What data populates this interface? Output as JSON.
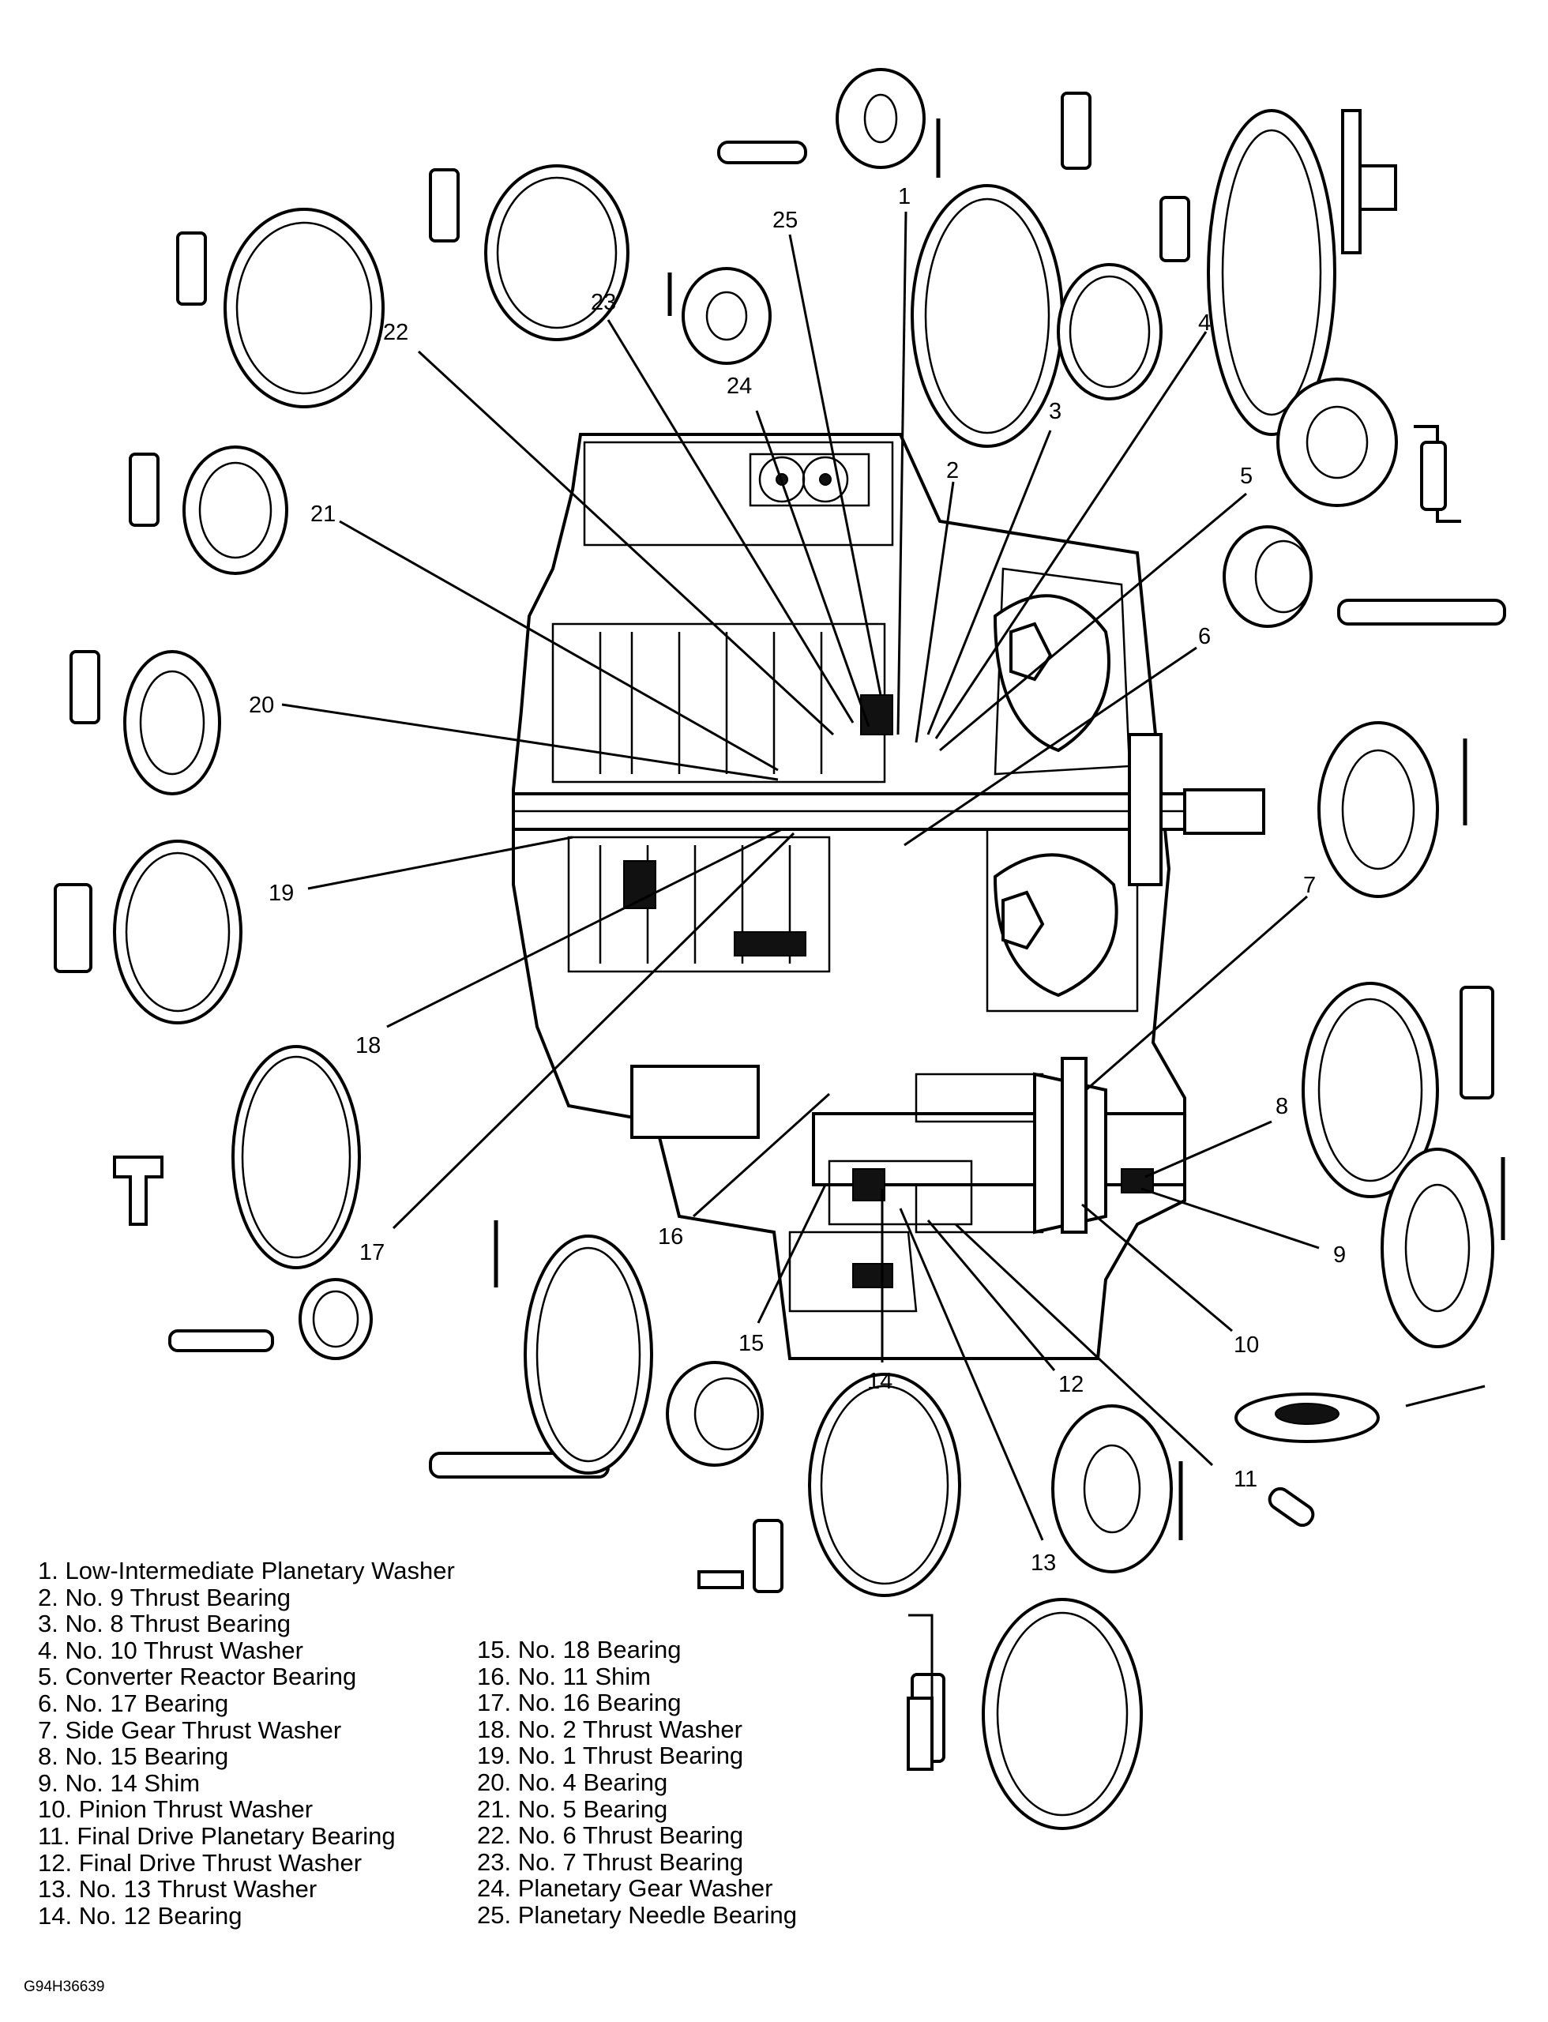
{
  "callouts": {
    "c1": "1",
    "c2": "2",
    "c3": "3",
    "c4": "4",
    "c5": "5",
    "c6": "6",
    "c7": "7",
    "c8": "8",
    "c9": "9",
    "c10": "10",
    "c11": "11",
    "c12": "12",
    "c13": "13",
    "c14": "14",
    "c15": "15",
    "c16": "16",
    "c17": "17",
    "c18": "18",
    "c19": "19",
    "c20": "20",
    "c21": "21",
    "c22": "22",
    "c23": "23",
    "c24": "24",
    "c25": "25"
  },
  "legend": {
    "left": [
      "1. Low-Intermediate Planetary Washer",
      "2. No. 9 Thrust Bearing",
      "3. No. 8 Thrust Bearing",
      "4. No. 10 Thrust Washer",
      "5. Converter Reactor Bearing",
      "6. No. 17 Bearing",
      "7. Side Gear Thrust Washer",
      "8. No. 15 Bearing",
      "9. No. 14 Shim",
      "10. Pinion Thrust Washer",
      "11. Final Drive Planetary Bearing",
      "12. Final Drive Thrust Washer",
      "13. No. 13 Thrust Washer",
      "14. No. 12 Bearing"
    ],
    "right": [
      "15. No. 18 Bearing",
      "16. No. 11 Shim",
      "17. No. 16 Bearing",
      "18. No. 2 Thrust Washer",
      "19. No. 1 Thrust Bearing",
      "20. No. 4 Bearing",
      "21. No. 5 Bearing",
      "22. No. 6 Thrust Bearing",
      "23. No. 7 Thrust Bearing",
      "24. Planetary Gear Washer",
      "25. Planetary Needle Bearing"
    ]
  },
  "figure_code": "G94H36639"
}
